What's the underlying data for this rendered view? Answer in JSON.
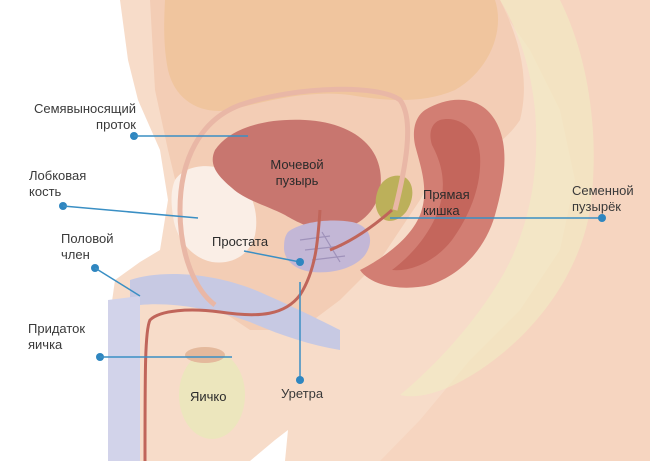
{
  "labels": {
    "vas_deferens": "Семявыносящий\nпроток",
    "pubic_bone": "Лобковая\nкость",
    "penis": "Половой\nчлен",
    "epididymis": "Придаток\nяичка",
    "bladder": "Мочевой\nпузырь",
    "prostate": "Простата",
    "rectum": "Прямая\nкишка",
    "seminal_vesicle": "Семенной\nпузырёк",
    "testis": "Яичко",
    "urethra": "Уретра"
  },
  "colors": {
    "leader_line": "#3a8fc4",
    "leader_dot": "#2f86c0",
    "body_outer": "#f7dcc9",
    "body_inner": "#f3cdb5",
    "belly_fat": "#f0c59e",
    "bladder": "#c8766f",
    "rectum": "#c9756b",
    "bone": "#faeee6",
    "seminal_vesicle": "#bcb05a",
    "prostate": "#c3b7d6",
    "duct": "#c0655a",
    "penis_shaft": "#c7c9e3",
    "testis": "#ece6bd"
  }
}
